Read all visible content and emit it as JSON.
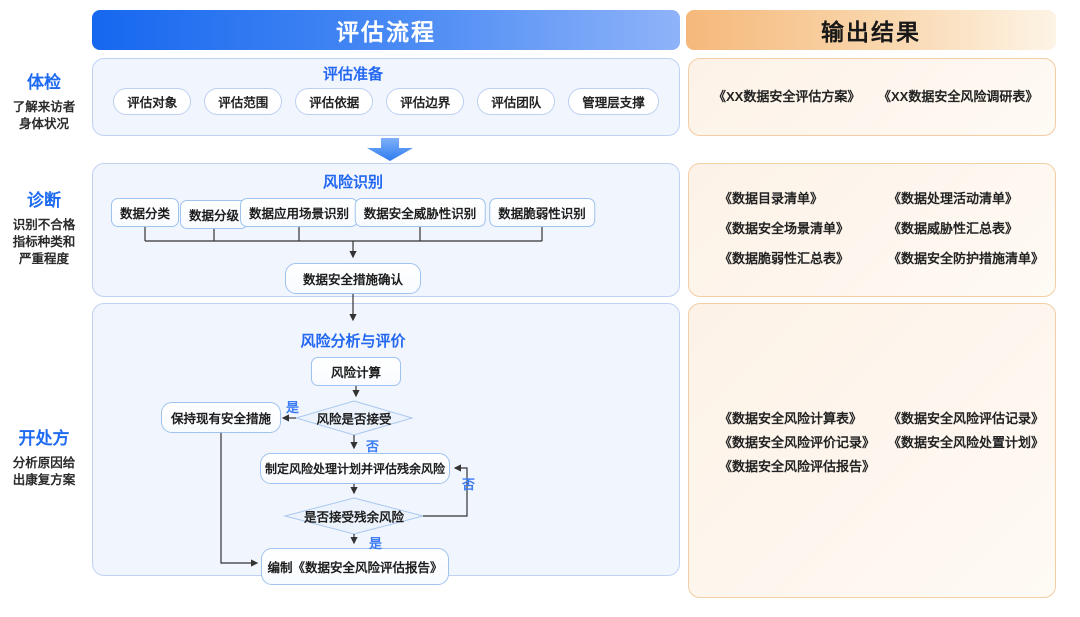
{
  "headers": {
    "process": "评估流程",
    "output": "输出结果"
  },
  "left_labels": [
    {
      "title": "体检",
      "lines": [
        "了解来访者",
        "身体状况"
      ]
    },
    {
      "title": "诊断",
      "lines": [
        "识别不合格",
        "指标种类和",
        "严重程度"
      ]
    },
    {
      "title": "开处方",
      "lines": [
        "分析原因给",
        "出康复方案"
      ]
    }
  ],
  "sections": {
    "prepare": {
      "title": "评估准备",
      "pills": [
        "评估对象",
        "评估范围",
        "评估依据",
        "评估边界",
        "评估团队",
        "管理层支撑"
      ]
    },
    "identify": {
      "title": "风险识别",
      "boxes": [
        "数据分类",
        "数据分级",
        "数据应用场景识别",
        "数据安全威胁性识别",
        "数据脆弱性识别"
      ],
      "confirm": "数据安全措施确认"
    },
    "analyze": {
      "title": "风险分析与评价",
      "calc": "风险计算",
      "decision1": "风险是否接受",
      "keep": "保持现有安全措施",
      "plan": "制定风险处理计划并评估残余风险",
      "decision2": "是否接受残余风险",
      "report": "编制《数据安全风险评估报告》",
      "yes1": "是",
      "no1": "否",
      "no2": "否",
      "yes2": "是"
    }
  },
  "outputs": [
    {
      "items": [
        "《XX数据安全评估方案》",
        "《XX数据安全风险调研表》"
      ]
    },
    {
      "items": [
        "《数据目录清单》",
        "《数据处理活动清单》",
        "《数据安全场景清单》",
        "《数据威胁性汇总表》",
        "《数据脆弱性汇总表》",
        "《数据安全防护措施清单》"
      ]
    },
    {
      "items": [
        "《数据安全风险计算表》",
        "《数据安全风险评估记录》",
        "《数据安全风险评价记录》",
        "《数据安全风险处置计划》",
        "《数据安全风险评估报告》"
      ]
    }
  ],
  "colors": {
    "process_header_blue": "#1667ef",
    "output_header_orange": "#f5b87a",
    "section_title_blue": "#2468f2",
    "side_title_blue": "#1e6bf2",
    "branch_label_blue": "#3b7cf5",
    "section_bg": "#f1f5fd",
    "section_border": "#c0d2f4",
    "panel_border": "#f3cda4",
    "connector": "#333333"
  }
}
